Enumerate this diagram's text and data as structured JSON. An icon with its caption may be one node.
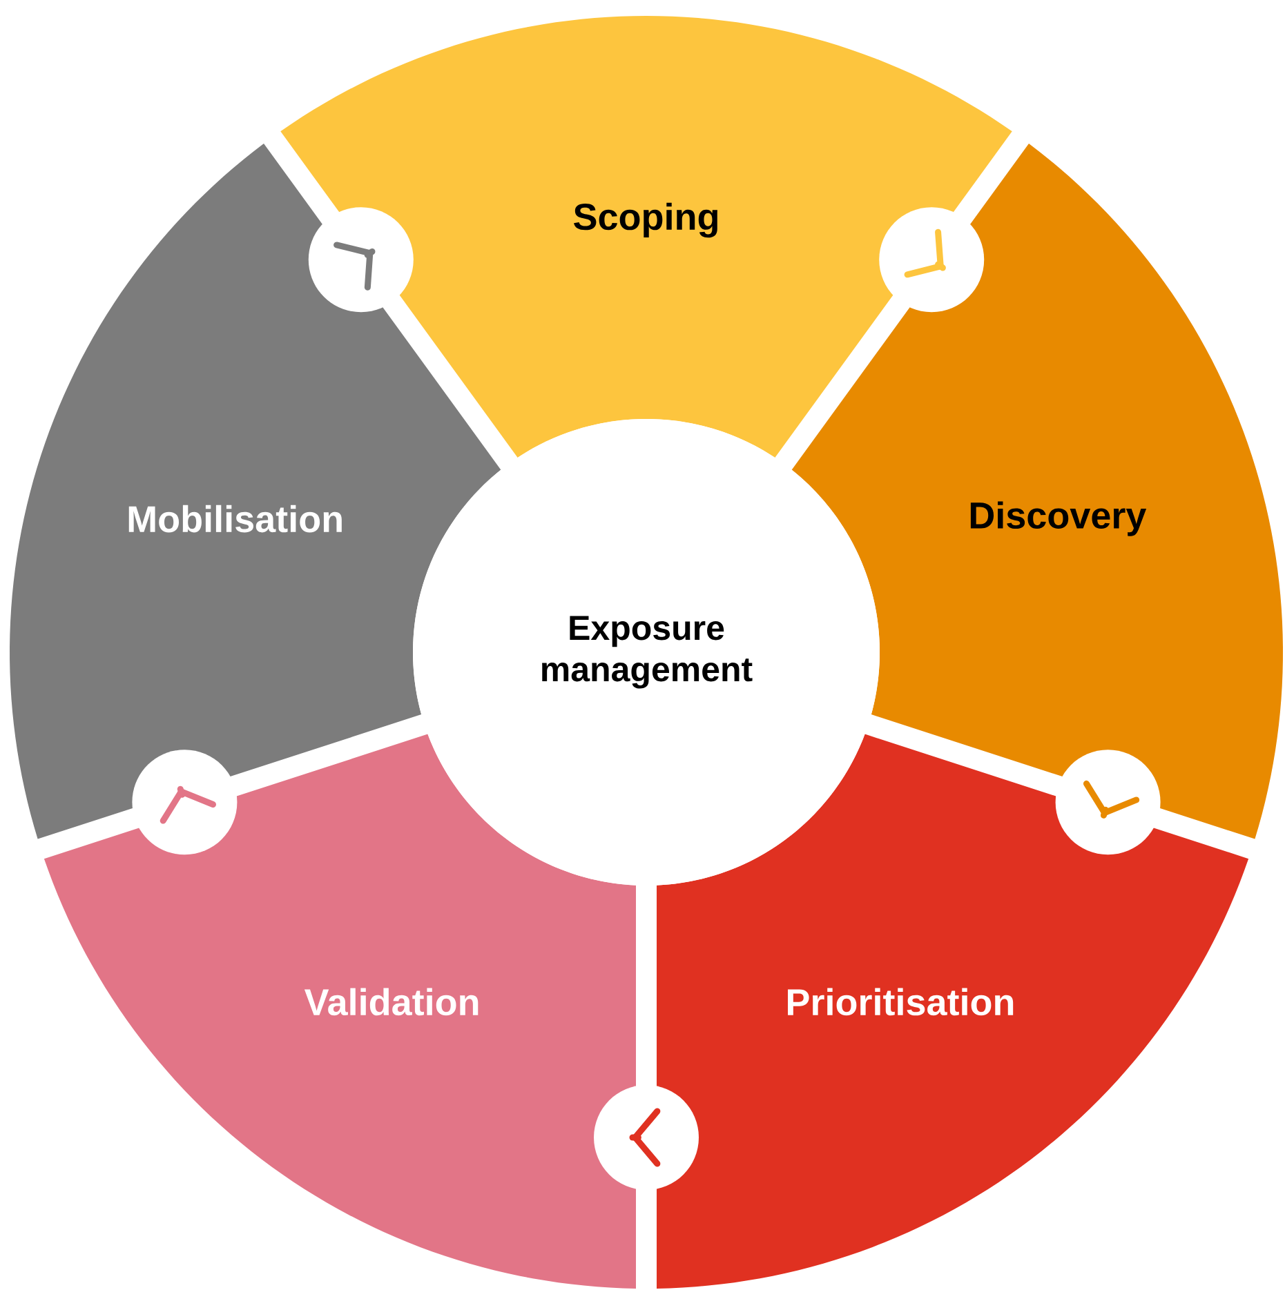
{
  "diagram": {
    "nodes": [
      {
        "text": [
          "Exposure management"
        ]
      },
      {
        "text": [
          "Scoping"
        ]
      },
      {
        "text": [
          "Discovery"
        ]
      },
      {
        "text": [
          "Prioritisation"
        ]
      },
      {
        "text": [
          "Validation"
        ]
      },
      {
        "text": [
          "Mobilisation"
        ]
      }
    ],
    "edges": [
      {
        "from": 1,
        "to": 2,
        "arrow": "to",
        "color": "#fdc53e"
      },
      {
        "from": 2,
        "to": 3,
        "arrow": "to",
        "color": "#e88a00"
      },
      {
        "from": 3,
        "to": 4,
        "arrow": "to",
        "color": "#e03121"
      },
      {
        "from": 4,
        "to": 5,
        "arrow": "to",
        "color": "#e27587"
      },
      {
        "from": 5,
        "to": 1,
        "arrow": "to",
        "color": "#7c7c7c"
      }
    ]
  }
}
